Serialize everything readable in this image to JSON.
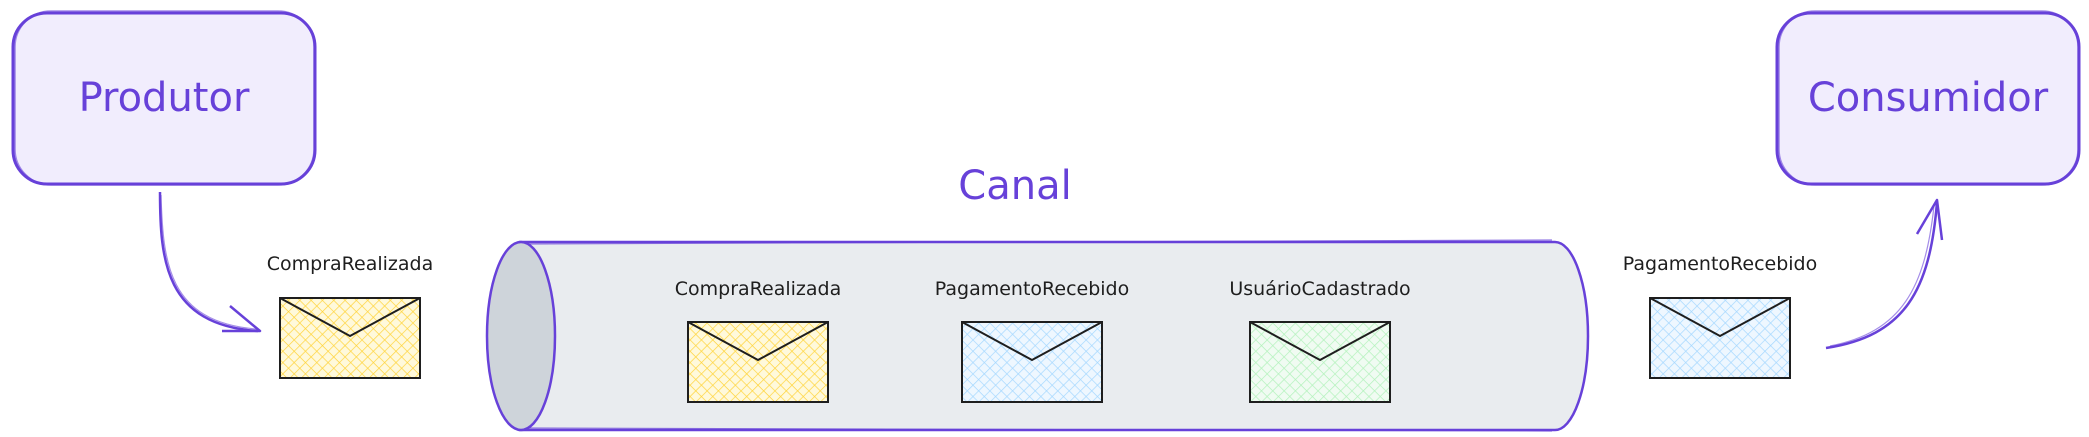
{
  "producer": {
    "label": "Produtor"
  },
  "consumer": {
    "label": "Consumidor"
  },
  "channel": {
    "label": "Canal"
  },
  "incoming_message": {
    "label": "CompraRealizada",
    "color": "#ffd43b"
  },
  "channel_messages": [
    {
      "label": "CompraRealizada",
      "color": "#ffd43b"
    },
    {
      "label": "PagamentoRecebido",
      "color": "#a5d8ff"
    },
    {
      "label": "UsuárioCadastrado",
      "color": "#b2f2bb"
    }
  ],
  "outgoing_message": {
    "label": "PagamentoRecebido",
    "color": "#a5d8ff"
  },
  "colors": {
    "accent": "#6741d9",
    "box_fill": "#f1edfd",
    "tube_fill": "#e9ecef",
    "tube_cap": "#ced4da",
    "stroke": "#1e1e1e"
  }
}
